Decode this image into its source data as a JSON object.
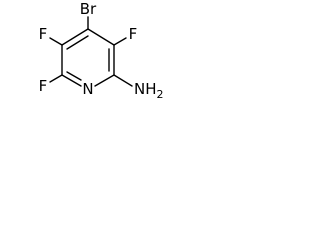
{
  "molecule": {
    "atoms": {
      "br": "Br",
      "f_upper_left": "F",
      "f_upper_right": "F",
      "f_lower_left": "F",
      "n_ring": "N",
      "hydrazine": "NH"
    },
    "hydrazine_subscript": "2"
  }
}
